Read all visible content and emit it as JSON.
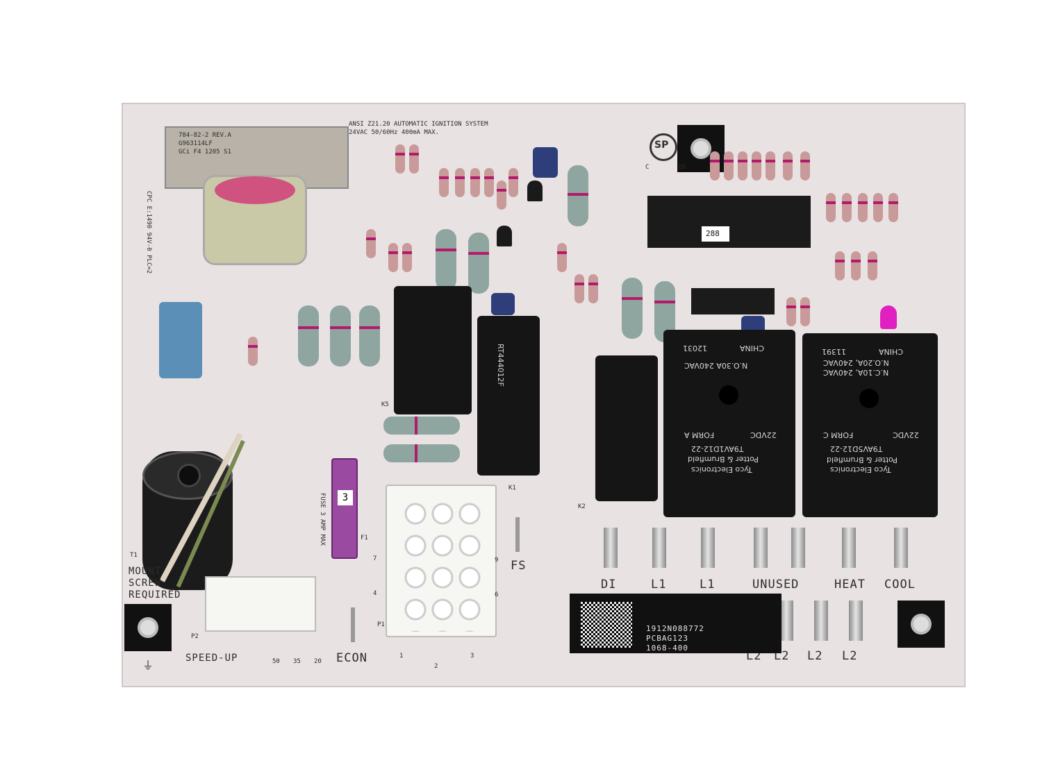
{
  "board": {
    "header_line1": "ANSI Z21.20 AUTOMATIC IGNITION SYSTEM",
    "header_line2": "24VAC 50/60Hz 400mA MAX.",
    "csa_mark": "SP",
    "csa_c": "C",
    "csa_us": "US",
    "side_text": "CPC E:1490 94V-0 PLC=2",
    "transformer_label": [
      "784-82-2 REV.A",
      "G963114LF",
      "GCi F4 1205 S1"
    ],
    "chip_label": "288",
    "fuse_label": "FUSE 3 AMP MAX",
    "fuse_mark": "3",
    "mount_note": [
      "MOUNT",
      "SCREW",
      "REQUIRED"
    ],
    "speed_up": "SPEED-UP",
    "speed_values": [
      "50",
      "35",
      "20"
    ],
    "econ": "ECON",
    "fs": "FS",
    "p1": "P1",
    "p2": "P2",
    "f1": "F1",
    "t1": "T1",
    "k1": "K1",
    "k2": "K2",
    "k5": "K5",
    "connector_pins": [
      "1",
      "2",
      "3"
    ],
    "connector_side": [
      "7",
      "4",
      "9",
      "6"
    ],
    "terminals_top": [
      "DI",
      "L1",
      "L1",
      "UNUSED",
      "HEAT",
      "COOL"
    ],
    "terminals_bottom": [
      "L2",
      "L2",
      "L2",
      "L2"
    ],
    "label_strip": [
      "1912N088772",
      "PCBAG123",
      "1068-400"
    ],
    "relay_a": {
      "date": "12031",
      "origin": "CHINA",
      "rating": [
        "N.O.30A 240VAC"
      ],
      "form": "FORM A",
      "voltage": "22VDC",
      "model": "T9AV1D12-22",
      "brand": [
        "Potter & Brumfield",
        "Tyco Electronics"
      ]
    },
    "relay_c": {
      "date": "11391",
      "origin": "CHINA",
      "rating": [
        "N.O.20A, 240VAC",
        "N.C.10A, 240VAC"
      ],
      "form": "FORM C",
      "voltage": "22VDC",
      "model": "T9AV5D12-22",
      "brand": [
        "Potter & Brumfield",
        "Tyco Electronics"
      ]
    },
    "small_relay": "RT444012F",
    "colors": {
      "board": "#e9e2e3",
      "relay": "#151515",
      "led": "#e020c0"
    }
  }
}
